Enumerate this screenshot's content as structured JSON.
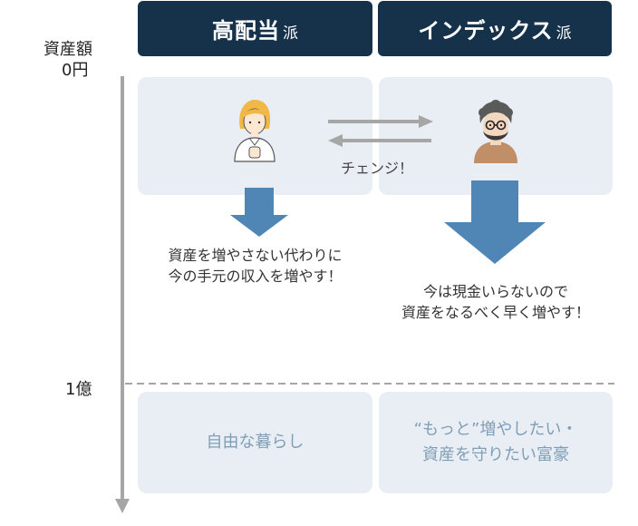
{
  "headers": {
    "high_dividend": {
      "main": "高配当",
      "suffix": "派"
    },
    "index": {
      "main": "インデックス",
      "suffix": "派"
    }
  },
  "axis": {
    "title": "資産額",
    "start": "0円",
    "mid": "1億"
  },
  "change_label": "チェンジ！",
  "captions": {
    "high_dividend": [
      "資産を増やさない代わりに",
      "今の手元の収入を増やす！"
    ],
    "index": [
      "今は現金いらないので",
      "資産をなるべく早く増やす！"
    ]
  },
  "bottom": {
    "high_dividend": "自由な暮らし",
    "index": [
      "“もっと”増やしたい・",
      "資産を守りたい富豪"
    ]
  },
  "colors": {
    "header_bg": "#16324a",
    "card_bg": "#e9eef4",
    "arrow_blue": "#4f86b5",
    "axis_gray": "#a6a6a6",
    "bottom_text": "#7f9eb8"
  }
}
